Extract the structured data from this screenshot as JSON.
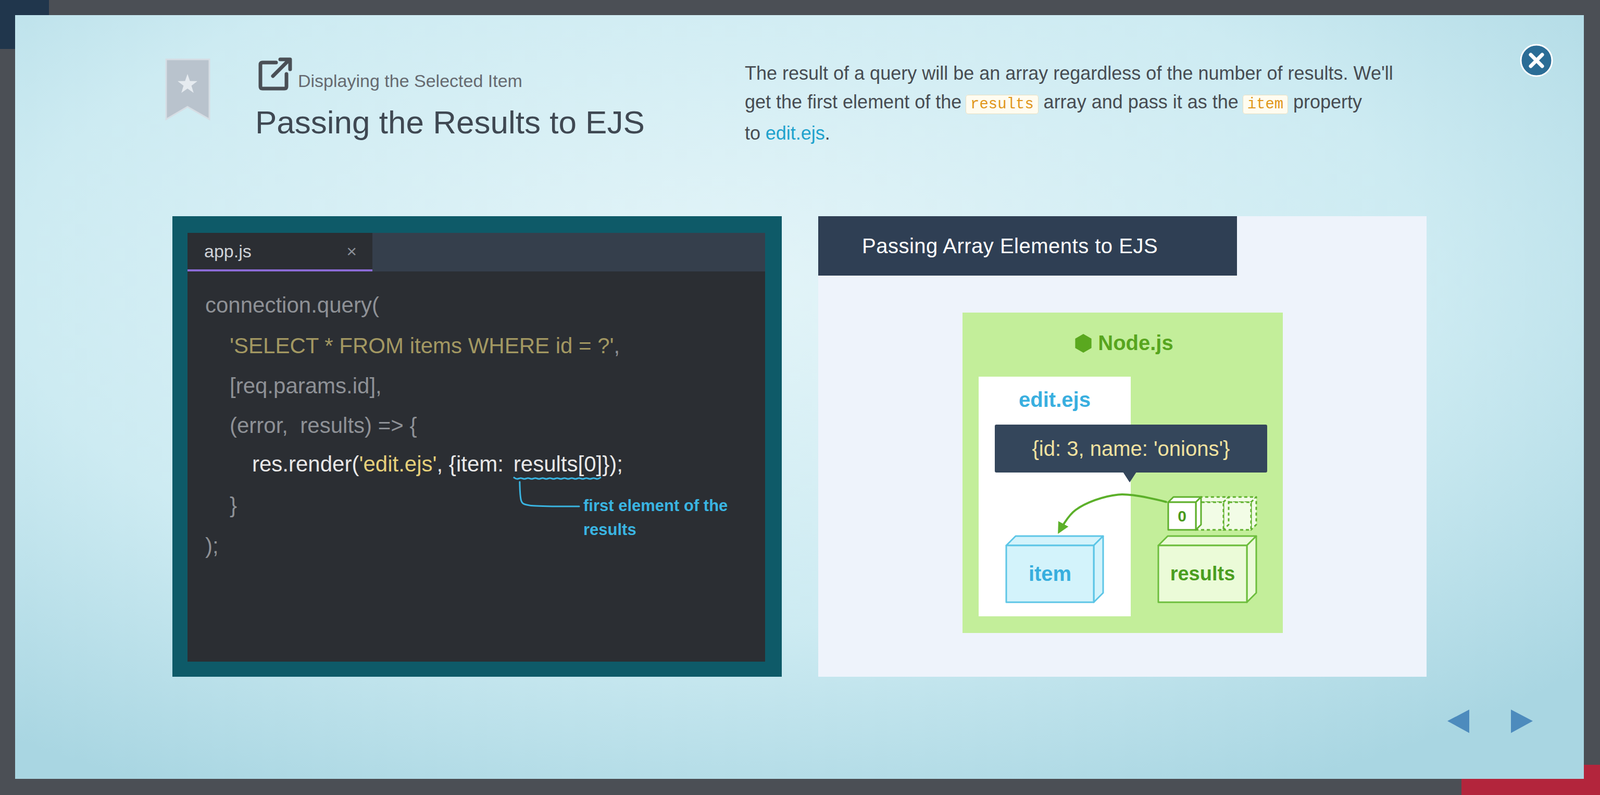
{
  "diagram": {
    "title": "Passing the Results to EJS",
    "nodes": [
      {
        "text": [
          "app.js",
          "×"
        ]
      },
      {
        "text": [
          "Passing Array Elements to EJS"
        ]
      },
      {
        "text": [
          "Node.js"
        ]
      },
      {
        "text": [
          "edit.ejs"
        ],
        "in": 2
      },
      {
        "text": [
          "{id: 3, name: 'onions'}"
        ],
        "in": 2
      },
      {
        "text": [
          "0"
        ],
        "in": 2
      },
      {
        "text": [
          "item"
        ],
        "in": 3
      },
      {
        "text": [
          "results"
        ],
        "in": 2
      }
    ],
    "edges": [
      {
        "from": 5,
        "to": 6,
        "arrow": "to"
      }
    ],
    "labels": [
      "Displaying the Selected Item",
      "The result of a query will be an array regardless of the number of results. We'll get the first element of the",
      "results",
      "array and pass it as the",
      "item",
      "property to",
      "edit.ejs",
      ".",
      "connection.query(",
      "'SELECT * FROM items WHERE id = ?'",
      ",",
      "[req.params.id],",
      "(error,  results) => {",
      "res.render(",
      "'edit.ejs'",
      ", {item:",
      "results[0]",
      "});",
      "}",
      ");",
      "first element of the results"
    ]
  }
}
